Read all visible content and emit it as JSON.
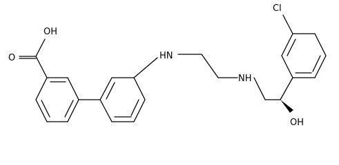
{
  "molecule": {
    "atom_labels": {
      "carboxyl_oh": "OH",
      "carbonyl_o": "O",
      "amine_nh_1": "HN",
      "amine_nh_2": "NH",
      "chloro": "Cl",
      "hydroxyl": "OH"
    },
    "stereo": {
      "wedge_at": "hydroxyl-carbon",
      "wedge_type": "solid"
    },
    "colors": {
      "bond": "#000000",
      "label": "#000000",
      "background": "#ffffff"
    }
  }
}
